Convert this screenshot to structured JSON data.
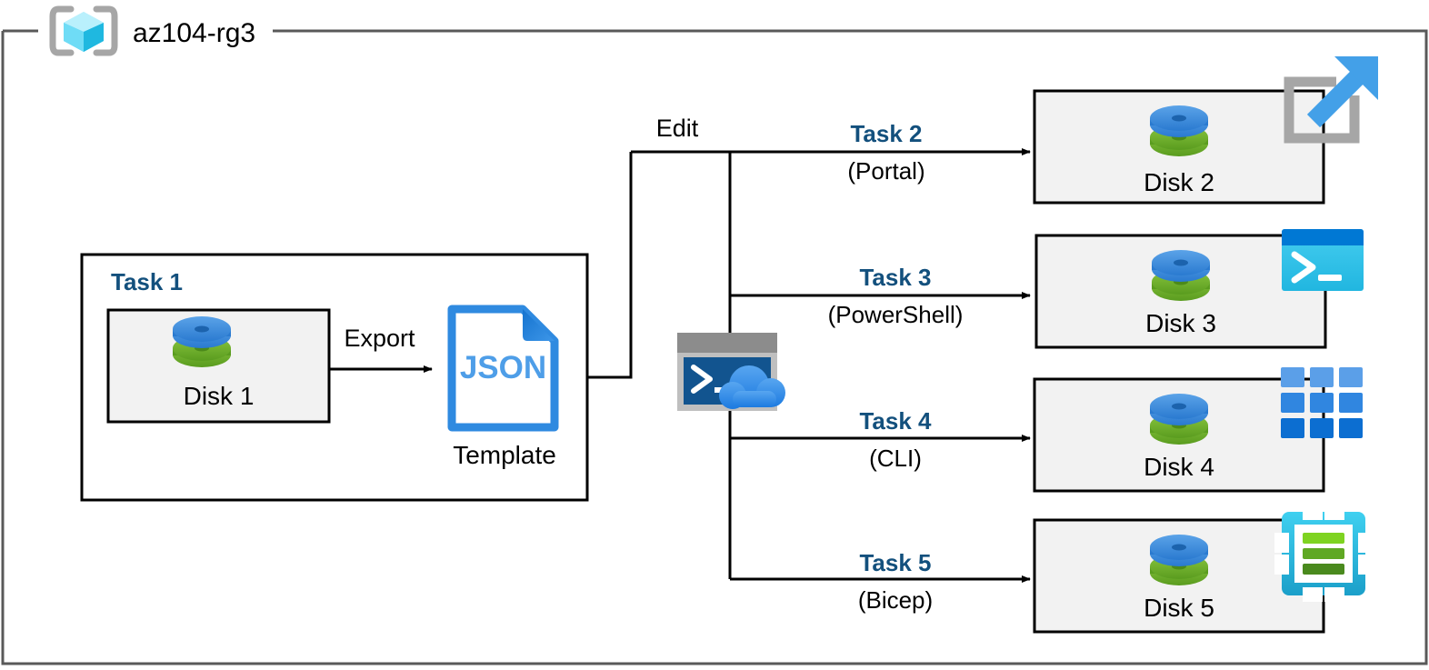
{
  "container": {
    "name": "az104-rg3",
    "icon": "resource-group-icon",
    "border_color": "#595959"
  },
  "colors": {
    "task_heading": "#13507d",
    "card_fill": "#f2f2f2",
    "card_border": "#000000",
    "disk_blue": "#3a8dde",
    "disk_green": "#6bb22b",
    "json_blue": "#2f8ae0",
    "portal_gray": "#a6a6a6",
    "portal_arrow": "#43a0e8",
    "powershell_bar": "#0078d4",
    "powershell_body": "#32c1ed",
    "cli_blue": "#2f80e0",
    "bicep_cyan": "#31c5e8",
    "cloudshell_blue": "#12548f"
  },
  "task1": {
    "heading": "Task 1",
    "disk_label": "Disk 1",
    "disk_icon": "azure-disk-icon",
    "export_label": "Export",
    "template_icon": "json-file-icon",
    "template_icon_text": "JSON",
    "template_label": "Template"
  },
  "edit": {
    "label": "Edit",
    "cloudshell_icon": "cloud-shell-icon",
    "cloudshell_prompt": ">_"
  },
  "tasks": [
    {
      "heading": "Task 2",
      "sub": "(Portal)",
      "disk_label": "Disk 2",
      "disk_icon": "azure-disk-icon",
      "tool_icon": "azure-portal-icon"
    },
    {
      "heading": "Task 3",
      "sub": "(PowerShell)",
      "disk_label": "Disk 3",
      "disk_icon": "azure-disk-icon",
      "tool_icon": "powershell-icon"
    },
    {
      "heading": "Task 4",
      "sub": "(CLI)",
      "disk_label": "Disk 4",
      "disk_icon": "azure-disk-icon",
      "tool_icon": "azure-cli-icon"
    },
    {
      "heading": "Task 5",
      "sub": "(Bicep)",
      "disk_label": "Disk 5",
      "disk_icon": "azure-disk-icon",
      "tool_icon": "bicep-icon"
    }
  ]
}
